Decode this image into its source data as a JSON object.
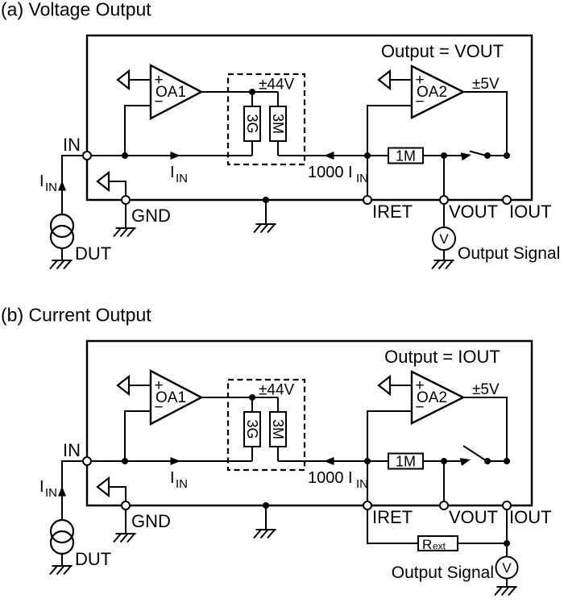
{
  "colors": {
    "ink": "#000000",
    "background": "#ffffff"
  },
  "diagram_a": {
    "title": "(a) Voltage Output",
    "output_equation": "Output = VOUT",
    "oa1": {
      "name": "OA1",
      "plus": "+",
      "minus": "−"
    },
    "oa2": {
      "name": "OA2",
      "plus": "+",
      "minus": "−"
    },
    "hv_supply": "±44V",
    "lv_supply": "±5V",
    "r_feedback": "3G",
    "r_scale": "3M",
    "r_gain": "1M",
    "terminals": {
      "in": "IN",
      "gnd": "GND",
      "iret": "IRET",
      "vout": "VOUT",
      "iout": "IOUT"
    },
    "current_in": {
      "main": "I",
      "sub": "IN"
    },
    "current_scaled": {
      "main": "1000 I",
      "sub": "IN"
    },
    "dut": "DUT",
    "meter": "V",
    "output_signal": "Output Signal"
  },
  "diagram_b": {
    "title": "(b) Current Output",
    "output_equation": "Output = IOUT",
    "oa1": {
      "name": "OA1",
      "plus": "+",
      "minus": "−"
    },
    "oa2": {
      "name": "OA2",
      "plus": "+",
      "minus": "−"
    },
    "hv_supply": "±44V",
    "lv_supply": "±5V",
    "r_feedback": "3G",
    "r_scale": "3M",
    "r_gain": "1M",
    "r_ext": {
      "main": "R",
      "sub": "ext"
    },
    "terminals": {
      "in": "IN",
      "gnd": "GND",
      "iret": "IRET",
      "vout": "VOUT",
      "iout": "IOUT"
    },
    "current_in": {
      "main": "I",
      "sub": "IN"
    },
    "current_scaled": {
      "main": "1000 I",
      "sub": "IN"
    },
    "dut": "DUT",
    "meter": "V",
    "output_signal": "Output Signal"
  }
}
